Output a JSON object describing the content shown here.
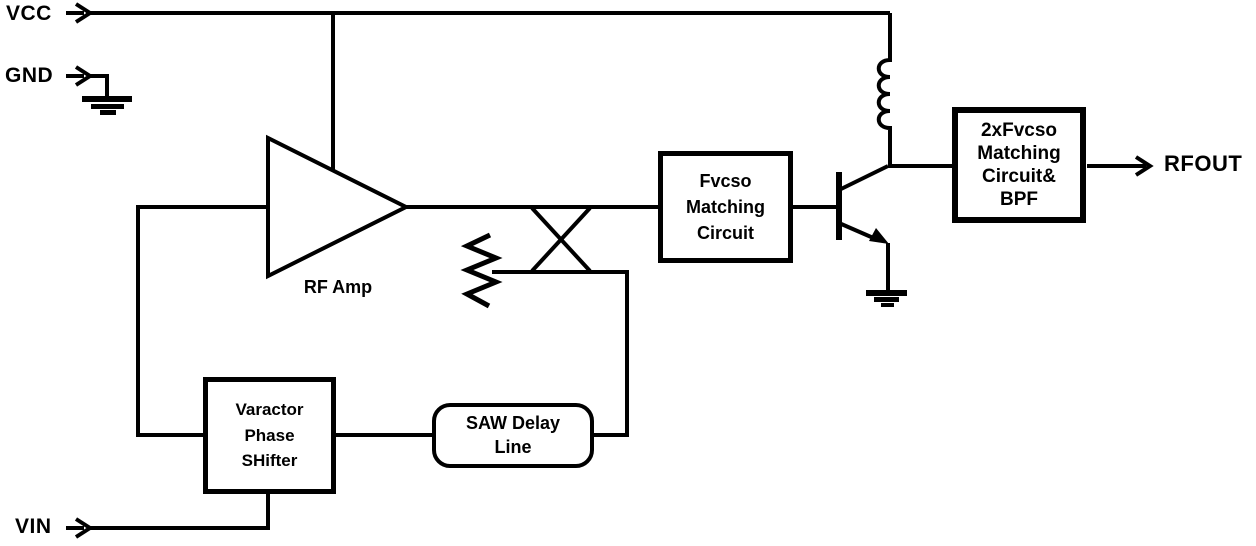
{
  "colors": {
    "ink": "#000000",
    "paper": "#ffffff"
  },
  "ports": {
    "vcc": "VCC",
    "gnd": "GND",
    "vin": "VIN",
    "rfout": "RFOUT"
  },
  "blocks": {
    "rf_amp": "RF Amp",
    "varactor": "Varactor\nPhase\nSHifter",
    "saw": "SAW Delay\nLine",
    "fvcso": "Fvcso\nMatching\nCircuit",
    "output": "2xFvcso\nMatching\nCircuit&\nBPF"
  },
  "symbols": {
    "amplifier": "triangle",
    "inductor": "coil-4-loops",
    "transistor": "npn-bjt",
    "ground": "earth-ground-bars",
    "resistor": "vertical-zigzag",
    "crossover": "x-cross-coupling",
    "port_arrow": "chevron-arrow"
  }
}
